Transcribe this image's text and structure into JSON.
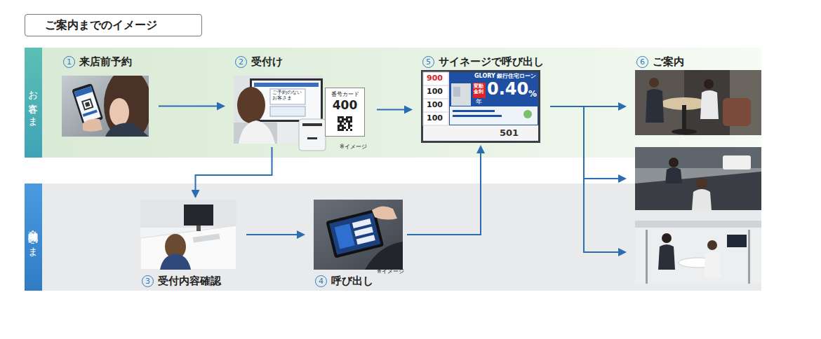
{
  "diagram": {
    "title": "ご案内までのイメージ",
    "nodes": [
      {
        "text": [
          "お客さま"
        ]
      },
      {
        "text": [
          "1",
          "来店前予約"
        ],
        "in": 0
      },
      {
        "text": [
          "2",
          "受付け"
        ],
        "in": 0
      },
      {
        "text": [
          "番号カード",
          "400"
        ],
        "in": 2
      },
      {
        "text": [
          "5",
          "サイネージで呼び出し"
        ],
        "in": 0
      },
      {
        "text": [
          "6",
          "ご案内"
        ],
        "in": 0
      },
      {
        "text": []
      },
      {
        "text": [
          "金融機関さま"
        ]
      },
      {
        "text": [
          "3",
          "受付内容確認"
        ],
        "in": 7
      },
      {
        "text": [
          "4",
          "呼び出し"
        ],
        "in": 7
      },
      {
        "text": [],
        "in": 7
      }
    ],
    "edges": [
      {
        "from": 1,
        "to": 2,
        "arrow": "to"
      },
      {
        "from": 2,
        "to": 4,
        "arrow": "to"
      },
      {
        "from": 2,
        "to": 8,
        "arrow": "to"
      },
      {
        "from": 8,
        "to": 9,
        "arrow": "to"
      },
      {
        "from": 9,
        "to": 4,
        "arrow": "to"
      },
      {
        "from": 4,
        "to": 5,
        "arrow": "to"
      },
      {
        "from": 4,
        "to": 6,
        "arrow": "to"
      },
      {
        "from": 4,
        "to": 10,
        "arrow": "to"
      }
    ],
    "labels": [
      "※イメージ",
      "※イメージ",
      "900",
      "100",
      "100",
      "100",
      "GLORY 銀行住宅ローン",
      "変動金利",
      "年",
      "0.40",
      "%",
      "501",
      "ご予約のないお客さま"
    ]
  }
}
